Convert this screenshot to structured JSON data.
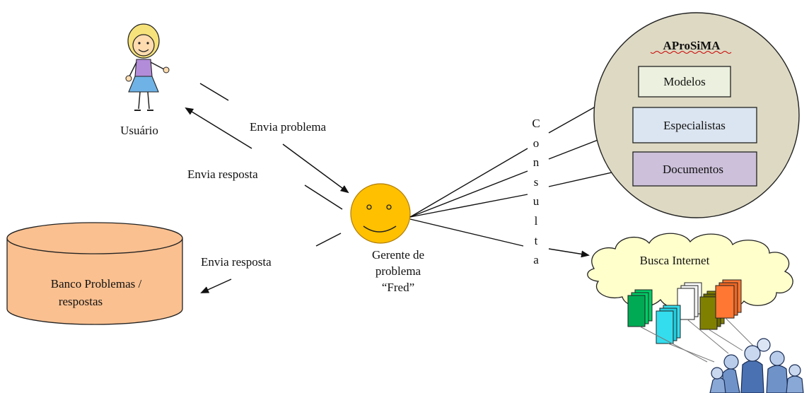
{
  "user": {
    "label": "Usuário"
  },
  "manager": {
    "line1": "Gerente de",
    "line2": "problema",
    "line3": "“Fred”"
  },
  "arrows": {
    "send_problem": "Envia problema",
    "send_answer_user": "Envia resposta",
    "send_answer_db": "Envia resposta"
  },
  "database": {
    "line1": "Banco Problemas /",
    "line2": "respostas"
  },
  "consulta": {
    "letters": [
      "C",
      "o",
      "n",
      "s",
      "u",
      "l",
      "t",
      "a"
    ]
  },
  "aprosima": {
    "title": "AProSiMA",
    "boxes": [
      {
        "label": "Modelos",
        "fill": "#ebf1de"
      },
      {
        "label": "Especialistas",
        "fill": "#dbe5f1"
      },
      {
        "label": "Documentos",
        "fill": "#ccc0da"
      }
    ],
    "circle_fill": "#ddd9c3"
  },
  "internet": {
    "label": "Busca Internet"
  },
  "colors": {
    "database_fill": "#fac090",
    "smiley_fill": "#ffc000",
    "doc_green": "#00cc66",
    "doc_white": "#ffffff",
    "doc_olive": "#808000",
    "doc_orange": "#ff7733",
    "doc_cyan": "#33ddee"
  }
}
